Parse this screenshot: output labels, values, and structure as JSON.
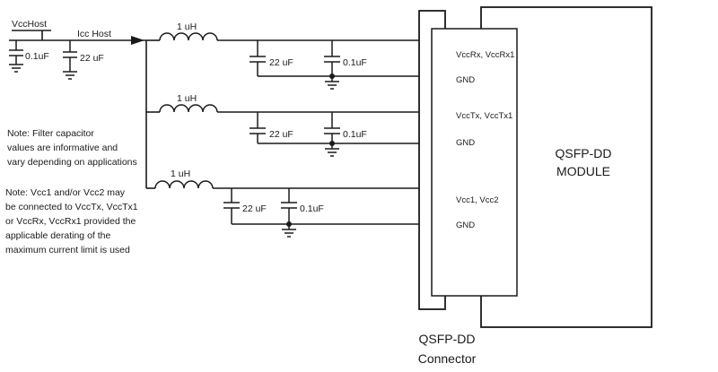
{
  "colors": {
    "line": "#1a1a1a",
    "bg": "#ffffff"
  },
  "input": {
    "vcc_host": "VccHost",
    "icc_host": "Icc Host",
    "cap1_value": "0.1uF",
    "cap2_value": "22 uF"
  },
  "filters": {
    "inductor_value": "1 uH",
    "cap_22uf": "22 uF",
    "cap_01uf": "0.1uF"
  },
  "notes": {
    "note1": [
      "Note: Filter capacitor",
      "values are informative and",
      "vary depending on applications"
    ],
    "note2": [
      "Note: Vcc1 and/or Vcc2 may",
      "be connected to VccTx, VccTx1",
      "or VccRx, VccRx1 provided the",
      "applicable derating of the",
      "maximum current limit is used"
    ]
  },
  "connector": {
    "pins": [
      "VccRx, VccRx1",
      "GND",
      "VccTx, VccTx1",
      "GND",
      "Vcc1, Vcc2",
      "GND"
    ],
    "label": [
      "QSFP-DD",
      "Connector"
    ]
  },
  "module": {
    "label": [
      "QSFP-DD",
      "MODULE"
    ]
  }
}
